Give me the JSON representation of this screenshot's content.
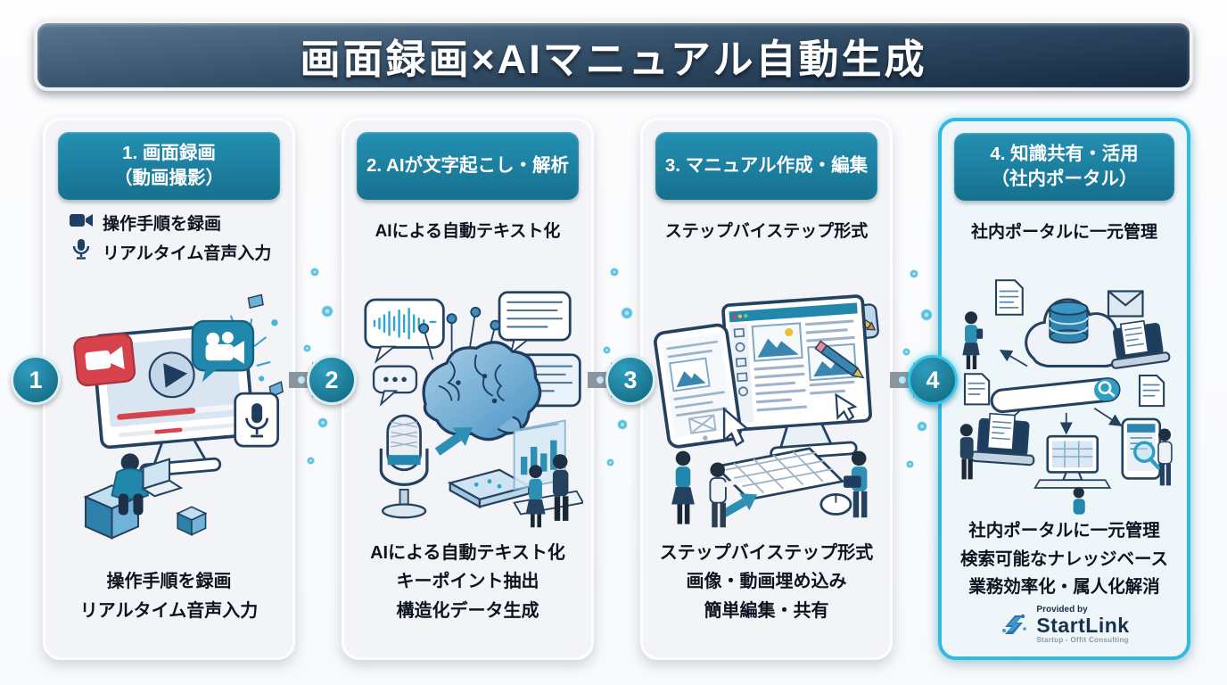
{
  "title": "画面録画×AIマニュアル自動生成",
  "steps": [
    {
      "number": "1",
      "header_line1": "1. 画面録画",
      "header_line2": "（動画撮影）",
      "bullets": [
        {
          "icon": "video-camera-icon",
          "label": "操作手順を録画"
        },
        {
          "icon": "microphone-icon",
          "label": "リアルタイム音声入力"
        }
      ],
      "summary": [
        "操作手順を録画",
        "リアルタイム音声入力"
      ],
      "illustration": "screen-recording-illustration"
    },
    {
      "number": "2",
      "header_line1": "2. AIが文字起こし・解析",
      "subtitle": "AIによる自動テキスト化",
      "summary": [
        "AIによる自動テキスト化",
        "キーポイント抽出",
        "構造化データ生成"
      ],
      "illustration": "ai-transcription-illustration"
    },
    {
      "number": "3",
      "header_line1": "3. マニュアル作成・編集",
      "subtitle": "ステップバイステップ形式",
      "summary": [
        "ステップバイステップ形式",
        "画像・動画埋め込み",
        "簡単編集・共有"
      ],
      "illustration": "manual-editing-illustration"
    },
    {
      "number": "4",
      "header_line1": "4. 知識共有・活用",
      "header_line2": "（社内ポータル）",
      "subtitle": "社内ポータルに一元管理",
      "summary": [
        "社内ポータルに一元管理",
        "検索可能なナレッジベース",
        "業務効率化・属人化解消"
      ],
      "illustration": "knowledge-sharing-illustration",
      "highlighted": true
    }
  ],
  "footer_logo": {
    "provided_by": "Provided by",
    "name": "StartLink",
    "tagline": "Startup - Offit Consulting"
  },
  "colors": {
    "title_gradient_top": "#5b7590",
    "title_gradient_bottom": "#152a42",
    "step_header_teal": "#1b7f9f",
    "highlight_cyan": "#2fbade",
    "arrow_gray": "#8b959e",
    "card_background": "#f2f4f7",
    "accent_red": "#d6434d",
    "line_navy": "#24415f"
  }
}
